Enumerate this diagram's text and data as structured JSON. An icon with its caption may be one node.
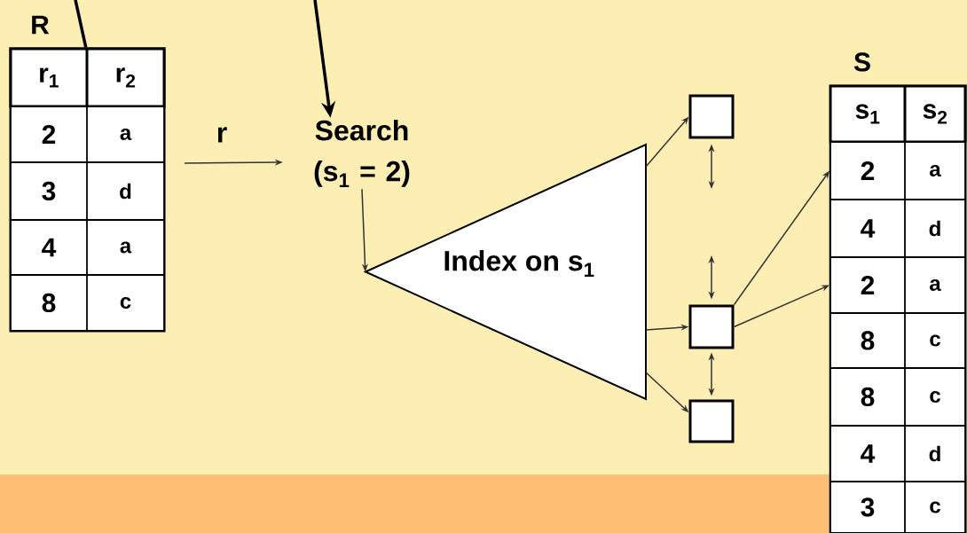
{
  "diagram": {
    "nodes": [
      {
        "text": [
          "R"
        ]
      },
      {
        "text": [
          "r$_{1}$",
          "r$_{2}$"
        ],
        "in": 0
      },
      {
        "text": [
          "2",
          "a"
        ],
        "in": 0
      },
      {
        "text": [
          "3",
          "d"
        ],
        "in": 0
      },
      {
        "text": [
          "4",
          "a"
        ],
        "in": 0
      },
      {
        "text": [
          "8",
          "c"
        ],
        "in": 0
      },
      {
        "text": [
          "Search (s$_{1}$ = 2)"
        ]
      },
      {
        "text": [
          "Index on s$_{1}$"
        ]
      },
      {
        "text": [],
        "shape": "box"
      },
      {
        "text": [],
        "shape": "box"
      },
      {
        "text": [],
        "shape": "box"
      },
      {
        "text": [
          "S"
        ]
      },
      {
        "text": [
          "s$_{1}$",
          "s$_{2}$"
        ],
        "in": 11
      },
      {
        "text": [
          "2",
          "a"
        ],
        "in": 11
      },
      {
        "text": [
          "4",
          "d"
        ],
        "in": 11
      },
      {
        "text": [
          "2",
          "a"
        ],
        "in": 11
      },
      {
        "text": [
          "8",
          "c"
        ],
        "in": 11
      },
      {
        "text": [
          "8",
          "c"
        ],
        "in": 11
      },
      {
        "text": [
          "4",
          "d"
        ],
        "in": 11
      },
      {
        "text": [
          "3",
          "c"
        ],
        "in": 11
      }
    ],
    "edges": [
      {
        "from": null,
        "to": 0,
        "arrow": "none",
        "style": "thick"
      },
      {
        "from": null,
        "to": 6,
        "arrow": "to",
        "style": "thick"
      },
      {
        "from": null,
        "to": 6,
        "arrow": "to",
        "label": "r"
      },
      {
        "from": 6,
        "to": 7,
        "arrow": "to"
      },
      {
        "from": 7,
        "to": 8,
        "arrow": "to"
      },
      {
        "from": 7,
        "to": 9,
        "arrow": "to"
      },
      {
        "from": 7,
        "to": 10,
        "arrow": "to"
      },
      {
        "from": 8,
        "to": null,
        "arrow": "both"
      },
      {
        "from": null,
        "to": 9,
        "arrow": "both"
      },
      {
        "from": 9,
        "to": 10,
        "arrow": "both"
      },
      {
        "from": 9,
        "to": 13,
        "arrow": "to"
      },
      {
        "from": 9,
        "to": 15,
        "arrow": "to"
      }
    ]
  }
}
